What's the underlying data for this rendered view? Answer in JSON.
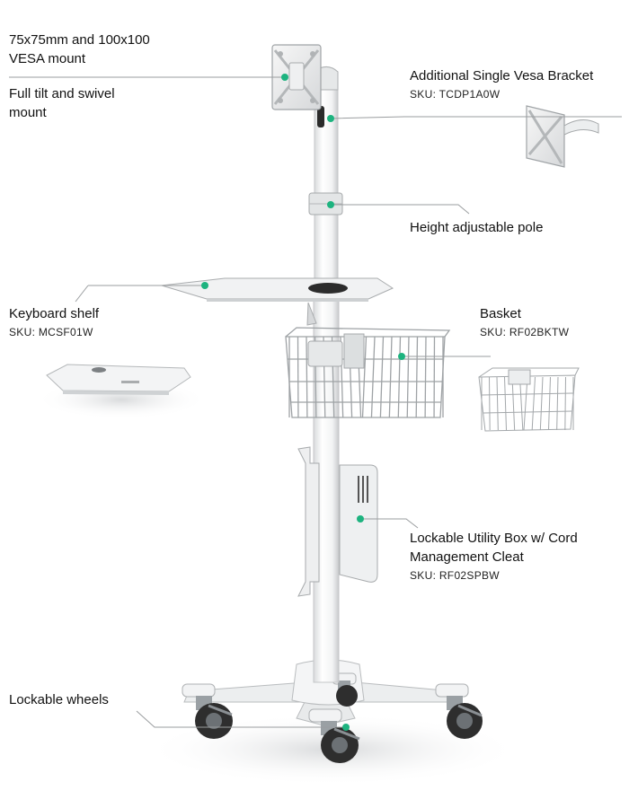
{
  "accent_color": "#1db37f",
  "callouts": {
    "vesa": {
      "line1": "75x75mm and 100x100",
      "line2": "VESA mount"
    },
    "tilt": {
      "line1": "Full tilt and swivel",
      "line2": "mount"
    },
    "bracket": {
      "title": "Additional Single Vesa Bracket",
      "sku": "SKU: TCDP1A0W"
    },
    "pole": {
      "title": "Height adjustable pole"
    },
    "shelf": {
      "title": "Keyboard shelf",
      "sku": "SKU: MCSF01W"
    },
    "basket": {
      "title": "Basket",
      "sku": "SKU: RF02BKTW"
    },
    "utility": {
      "line1": "Lockable Utility Box w/ Cord",
      "line2": "Management Cleat",
      "sku": "SKU: RF02SPBW"
    },
    "wheels": {
      "title": "Lockable wheels"
    }
  }
}
